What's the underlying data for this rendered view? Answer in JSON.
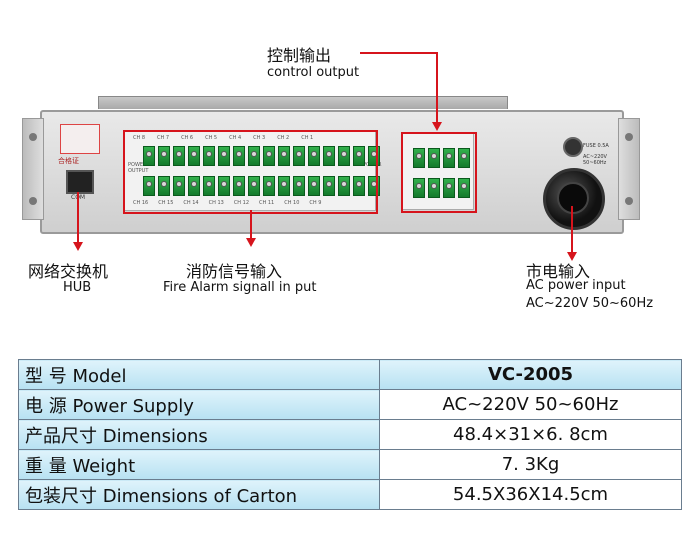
{
  "callouts": {
    "control_output": {
      "zh": "控制输出",
      "en": "control output"
    },
    "hub": {
      "zh": "网络交换机",
      "en": "HUB"
    },
    "fire_alarm": {
      "zh": "消防信号输入",
      "en": "Fire Alarm signall in put"
    },
    "ac_power": {
      "zh": "市电输入",
      "en1": "AC power  input",
      "en2": "AC~220V  50~60Hz"
    }
  },
  "device": {
    "com_label": "COM",
    "cert_text": "合格证",
    "fuse_label": "FUSE 0.5A",
    "ac_label_1": "AC~220V",
    "ac_label_2": "50~60Hz",
    "power_output_label": "POWER OUTPUT",
    "power_label": "POWER",
    "top_channels": [
      "CH 8",
      "CH 7",
      "CH 6",
      "CH 5",
      "CH 4",
      "CH 3",
      "CH 2",
      "CH 1"
    ],
    "bottom_channels": [
      "CH 16",
      "CH 15",
      "CH 14",
      "CH 13",
      "CH 12",
      "CH 11",
      "CH 10",
      "CH 9"
    ]
  },
  "specs": [
    {
      "key": "型      号 Model",
      "value": "VC-2005"
    },
    {
      "key": "电      源 Power Supply",
      "value": "AC~220V  50~60Hz"
    },
    {
      "key": "产品尺寸 Dimensions",
      "value": "48.4×31×6. 8cm"
    },
    {
      "key": "重      量 Weight",
      "value": "7. 3Kg"
    },
    {
      "key": "包装尺寸 Dimensions of Carton",
      "value": "54.5X36X14.5cm"
    }
  ],
  "colors": {
    "accent_red": "#d6141c",
    "table_blue": "#b7e1f2",
    "terminal_green": "#1e9a3a"
  }
}
